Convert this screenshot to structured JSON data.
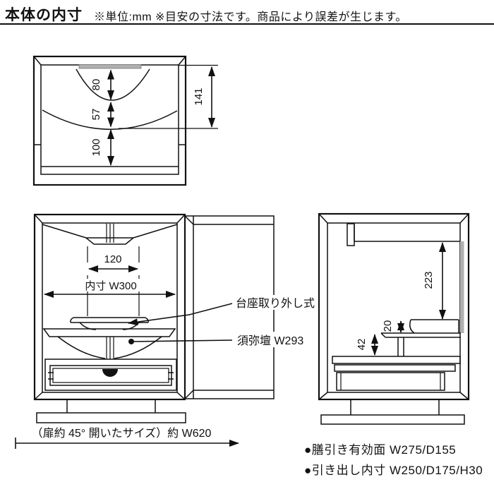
{
  "header": {
    "title": "本体の内寸",
    "note": "※単位:mm ※目安の寸法です。商品により誤差が生じます。"
  },
  "top_view": {
    "dim_depth_upper": "80",
    "dim_depth_mid": "57",
    "dim_depth_lower": "100",
    "dim_depth_total": "141"
  },
  "front_view": {
    "dim_center_width": "120",
    "dim_inner_width": "内寸 W300",
    "label_pedestal": "台座取り外し式",
    "label_shumidan": "須弥壇 W293",
    "dim_door_open": "（扉約 45° 開いたサイズ）約 W620"
  },
  "side_view": {
    "dim_inner_height": "223",
    "dim_shelf_thickness": "20",
    "dim_shelf_height": "42"
  },
  "footnotes": {
    "tray": "●膳引き有効面 W275/D155",
    "drawer": "●引き出し内寸 W250/D175/H30"
  },
  "colors": {
    "line": "#111111",
    "shade": "#b0b0b0"
  }
}
